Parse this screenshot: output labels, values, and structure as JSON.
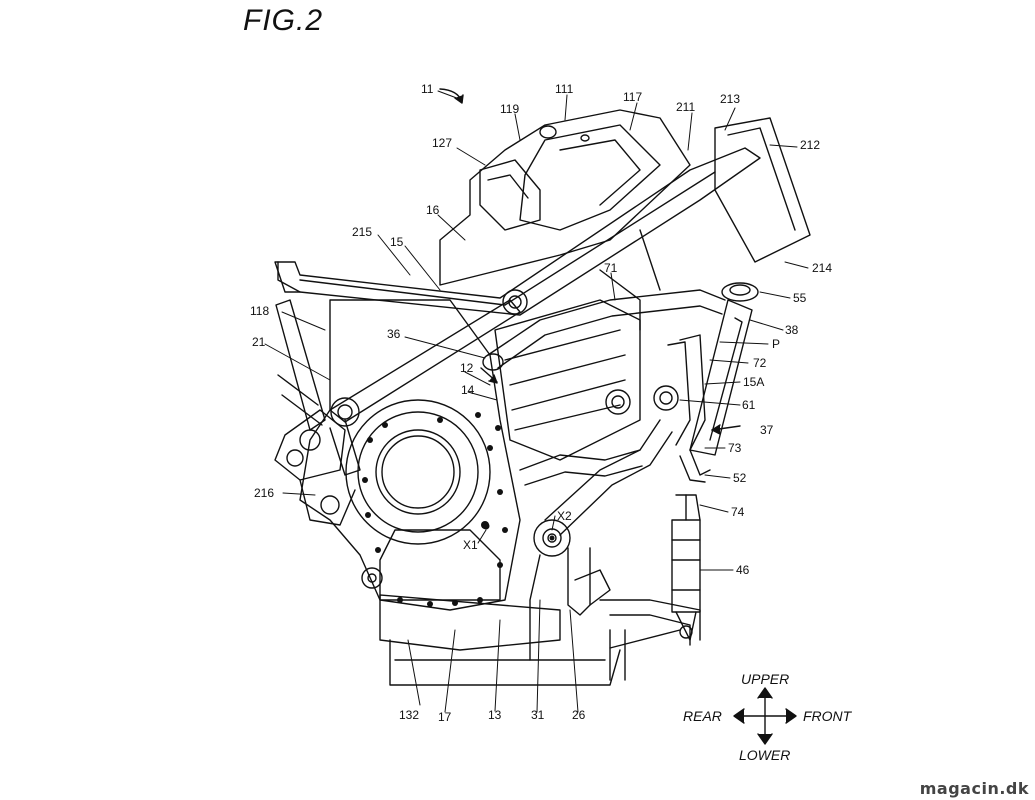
{
  "figure": {
    "title": "FIG.2",
    "watermark": "magacin.dk"
  },
  "directions": {
    "upper": "UPPER",
    "lower": "LOWER",
    "rear": "REAR",
    "front": "FRONT"
  },
  "reference_numerals": [
    "11",
    "111",
    "117",
    "119",
    "127",
    "211",
    "213",
    "212",
    "16",
    "215",
    "15",
    "71",
    "214",
    "55",
    "118",
    "36",
    "38",
    "P",
    "21",
    "12",
    "72",
    "14",
    "15A",
    "61",
    "37",
    "73",
    "52",
    "216",
    "X2",
    "74",
    "X1",
    "46",
    "132",
    "17",
    "13",
    "31",
    "26"
  ],
  "colors": {
    "line": "#111111",
    "background": "#ffffff"
  }
}
